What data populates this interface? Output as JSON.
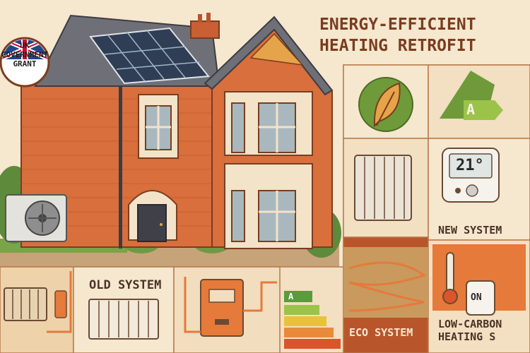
{
  "title_line1": "ENERGY-EFFICIENT",
  "title_line2": "HEATING RETROFIT",
  "grant_line1": "UK",
  "grant_line2": "GOVERNMENT",
  "grant_line3": "GRANT",
  "old_label": "OLD SYSTEM",
  "new_label": "NEW SYSTEM",
  "eco_label": "ECO SYSTEM",
  "lowcarbon_line1": "LOW-CARBON",
  "lowcarbon_line2": "HEATING S",
  "thermostat_temp": "21°",
  "switch_state": "ON",
  "rating_top": "A",
  "rating_letter": "A",
  "colors": {
    "brick": "#d86f3c",
    "brick_dark": "#b9552b",
    "background": "#f6e7cf",
    "title": "#7a3d1f",
    "leaf_green": "#6f9a3a",
    "panel_dark": "#2f3e55",
    "accent_orange": "#e57a3a"
  },
  "icons": [
    "flag-icon",
    "leaf-icon",
    "energy-rating-icon",
    "thermostat-icon",
    "thermometer-icon",
    "switch-icon",
    "radiator-icon",
    "boiler-icon",
    "heat-pump-icon"
  ]
}
